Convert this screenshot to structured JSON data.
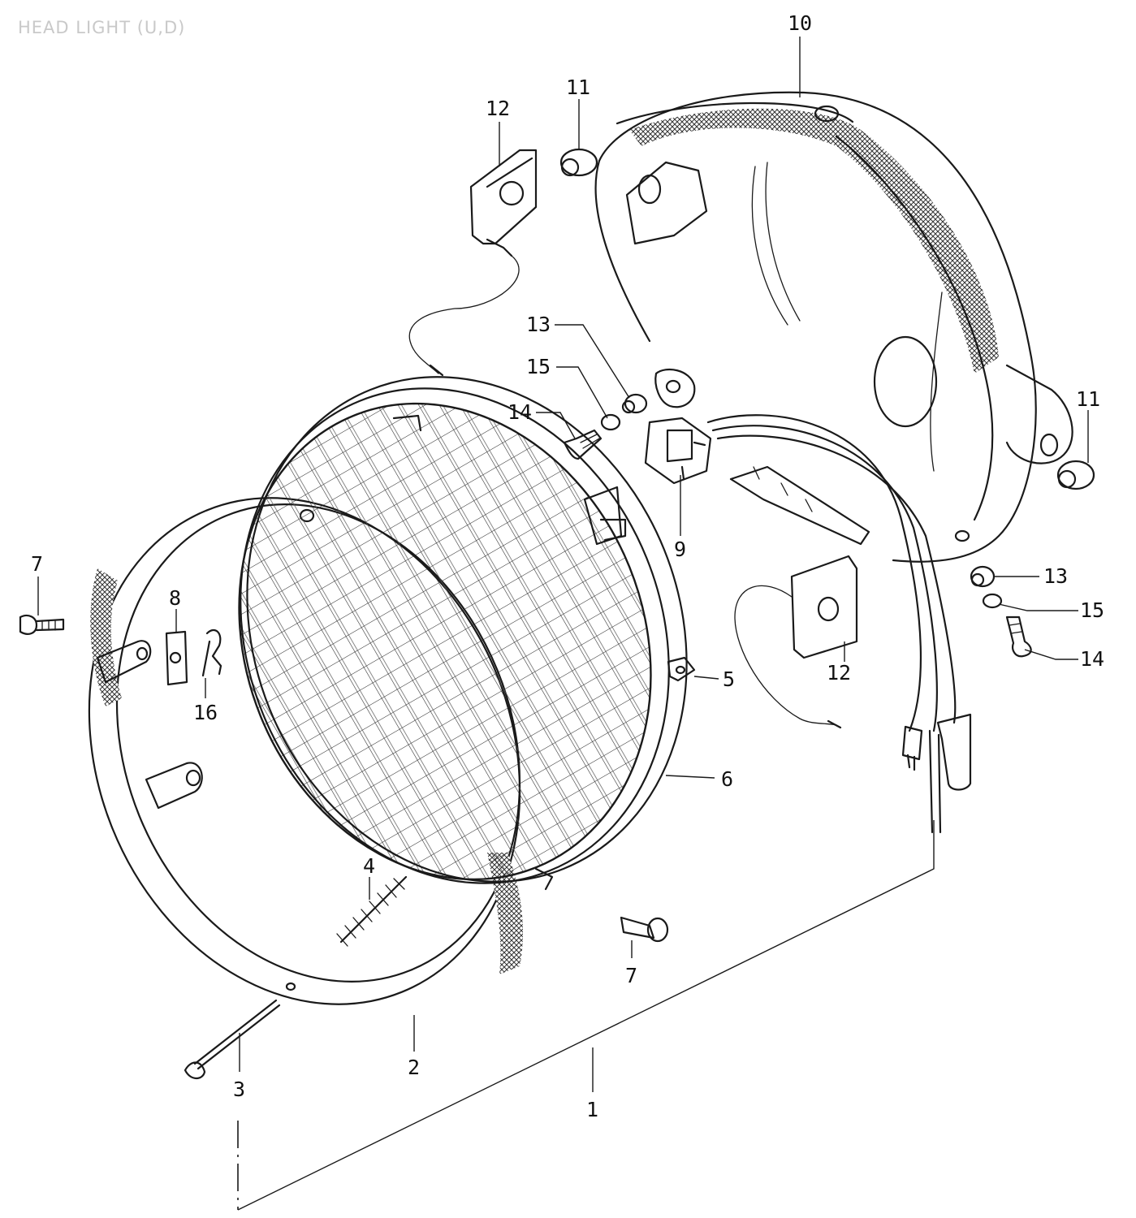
{
  "title": "HEAD LIGHT (U,D)",
  "callouts": {
    "c1": "1",
    "c2": "2",
    "c3": "3",
    "c4": "4",
    "c5": "5",
    "c6": "6",
    "c7a": "7",
    "c7b": "7",
    "c8": "8",
    "c9": "9",
    "c10": "10",
    "c11a": "11",
    "c11b": "11",
    "c12a": "12",
    "c12b": "12",
    "c13a": "13",
    "c13b": "13",
    "c14a": "14",
    "c14b": "14",
    "c15a": "15",
    "c15b": "15",
    "c16": "16"
  }
}
